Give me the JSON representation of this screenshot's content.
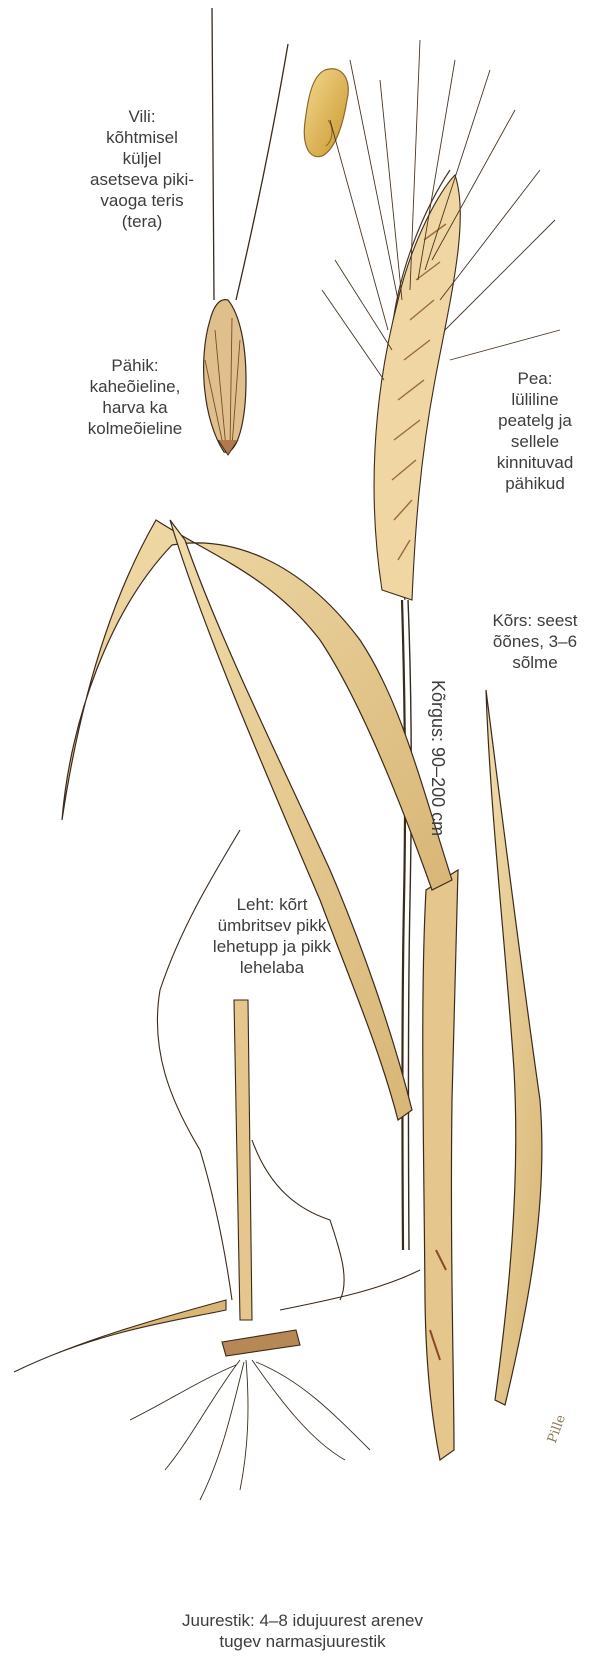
{
  "labels": {
    "vili": [
      "Vili:",
      "kõhtmisel",
      "küljel",
      "asetseva piki-",
      "vaoga teris",
      "(tera)"
    ],
    "pahik": [
      "Pähik:",
      "kaheõieline,",
      "harva ka",
      "kolmeõieline"
    ],
    "pea": [
      "Pea:",
      "lüliline",
      "peatelg ja",
      "sellele",
      "kinnituvad",
      "pähikud"
    ],
    "kors": [
      "Kõrs: seest",
      "õõnes, 3–6",
      "sõlme"
    ],
    "korgus": "Kõrgus: 90–200 cm",
    "leht": [
      "Leht: kõrt",
      "ümbritsev pikk",
      "lehetupp ja pikk",
      "lehelaba"
    ],
    "juurestik": [
      "Juurestik: 4–8 idujuurest arenev",
      "tugev narmasjuurestik"
    ]
  },
  "signature_text": "Pille",
  "colors": {
    "straw": "#e8cf96",
    "straw_dark": "#c9a867",
    "outline": "#3b2a1a",
    "rust": "#8a4a2a",
    "grain": "#e9c66f",
    "text": "#3d3d3d"
  }
}
